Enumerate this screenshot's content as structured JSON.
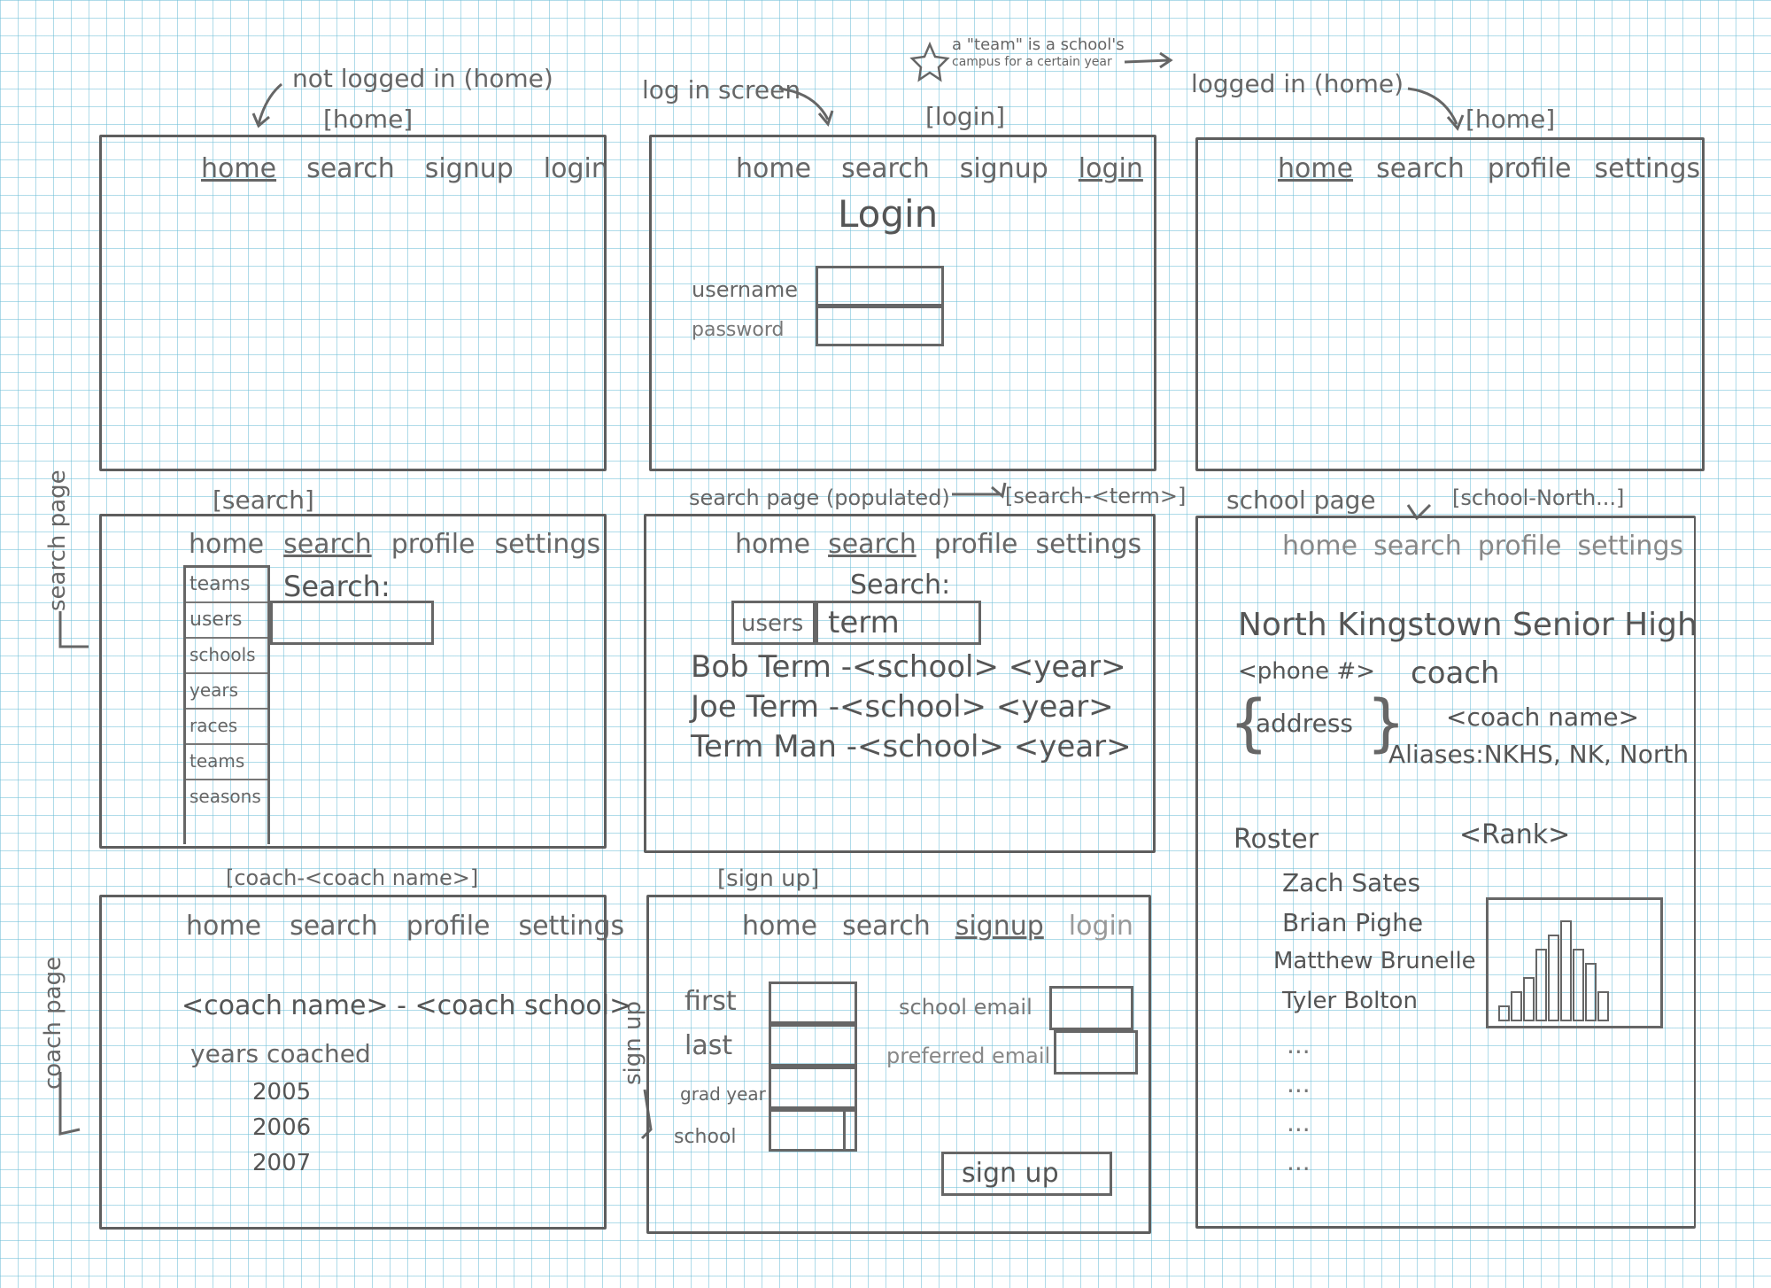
{
  "captions": {
    "home_out_note": "not logged in (home)",
    "home_out_tag": "[home]",
    "login_note": "log in screen",
    "login_tag": "[login]",
    "team_note_1": "a \"team\" is a school's",
    "team_note_2": "campus for a certain year",
    "home_in_note": "logged in (home)",
    "home_in_tag": "[home]",
    "search_tag": "[search]",
    "search_results_note": "search page (populated)",
    "search_results_tag": "[search-<term>]",
    "school_note": "school page",
    "school_tag": "[school-North...]",
    "coach_tag": "[coach-<coach name>]",
    "signup_tag": "[sign up]",
    "side_search": "search page",
    "side_coach": "coach page",
    "side_signup": "sign up"
  },
  "nav": {
    "home": "home",
    "search": "search",
    "signup": "signup",
    "login": "login",
    "profile": "profile",
    "settings": "settings"
  },
  "login": {
    "title": "Login",
    "username_label": "username",
    "password_label": "password"
  },
  "search": {
    "title": "Search:",
    "tabs": [
      "teams",
      "users",
      "schools",
      "years",
      "races",
      "teams",
      "seasons"
    ]
  },
  "search_results": {
    "title": "Search:",
    "dropdown": "users",
    "query": "term",
    "results": [
      "Bob Term -<school> <year>",
      "Joe Term -<school> <year>",
      "Term Man -<school> <year>"
    ]
  },
  "school": {
    "name": "North Kingstown Senior High",
    "phone": "<phone #>",
    "address": "address",
    "coach_label": "coach",
    "coach_name": "<coach name>",
    "aliases": "Aliases:NKHS, NK, North",
    "roster_label": "Roster",
    "rank_label": "<Rank>",
    "roster": [
      "Zach Sates",
      "Brian Pighe",
      "Matthew Brunelle",
      "Tyler Bolton"
    ],
    "ellipsis": "...",
    "histogram": [
      1,
      2,
      3,
      5,
      6,
      7,
      5,
      4,
      2
    ]
  },
  "coach": {
    "heading": "<coach name> - <coach school>",
    "years_label": "years coached",
    "years": [
      "2005",
      "2006",
      "2007"
    ]
  },
  "signup": {
    "first_label": "first",
    "last_label": "last",
    "grad_year_label": "grad year",
    "school_label": "school",
    "school_email_label": "school email",
    "preferred_email_label": "preferred email",
    "button": "sign up"
  }
}
